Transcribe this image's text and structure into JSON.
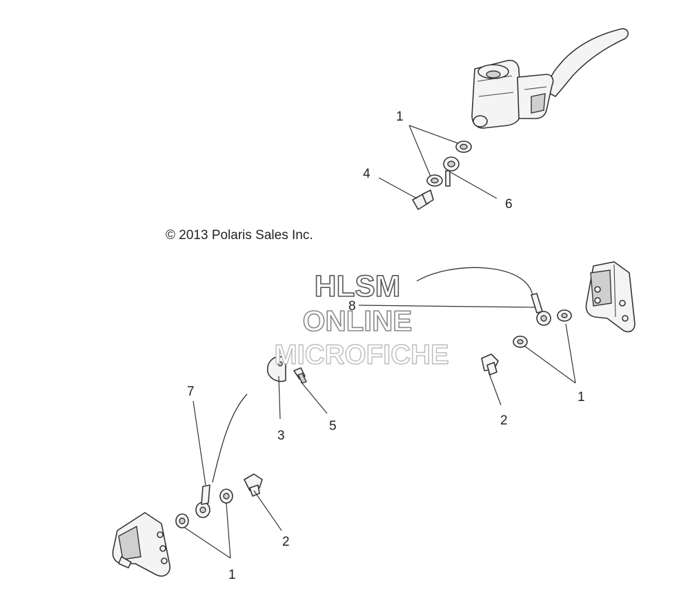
{
  "copyright": "© 2013 Polaris Sales Inc.",
  "watermark": {
    "line1": "HLSM",
    "line2": "ONLINE",
    "line3": "MICROFICHE"
  },
  "callouts": {
    "upper_washers_1": "1",
    "banjo_bolt_upper_4": "4",
    "banjo_fitting_upper_6": "6",
    "hose_fitting_8": "8",
    "right_washers_1": "1",
    "right_bolt_2": "2",
    "hose_clip_3": "3",
    "clip_screw_5": "5",
    "hose_lower_7": "7",
    "lower_bolt_2": "2",
    "lower_washers_1": "1"
  },
  "colors": {
    "line": "#333333",
    "part_fill": "#f4f4f4"
  }
}
